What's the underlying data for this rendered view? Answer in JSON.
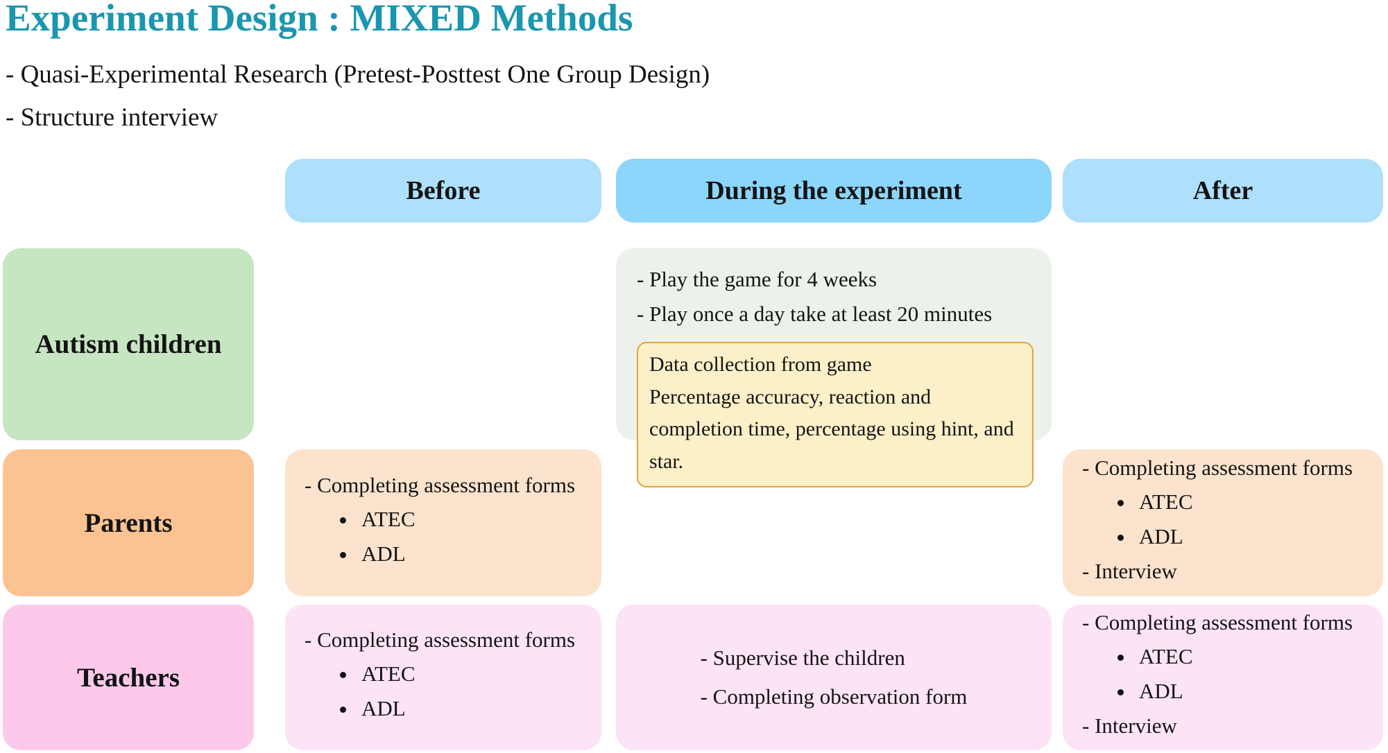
{
  "title": "Experiment Design : MIXED Methods",
  "subtitles": [
    "- Quasi-Experimental Research (Pretest-Posttest One Group Design)",
    "- Structure interview"
  ],
  "headers": {
    "before": "Before",
    "during": "During the experiment",
    "after": "After"
  },
  "rows": {
    "autism": {
      "label": "Autism children",
      "during": {
        "lines": [
          "- Play the game for 4 weeks",
          "- Play once a day take at least 20 minutes"
        ],
        "callout": [
          "Data collection from game",
          "Percentage accuracy, reaction and completion time, percentage using hint, and star."
        ]
      }
    },
    "parents": {
      "label": "Parents",
      "before": {
        "intro": "- Completing assessment forms",
        "bullets": [
          "ATEC",
          "ADL"
        ]
      },
      "after": {
        "intro": "- Completing assessment forms",
        "bullets": [
          "ATEC",
          "ADL"
        ],
        "outro": "- Interview"
      }
    },
    "teachers": {
      "label": "Teachers",
      "before": {
        "intro": "- Completing assessment forms",
        "bullets": [
          "ATEC",
          "ADL"
        ]
      },
      "during": {
        "lines": [
          "- Supervise the children",
          "- Completing observation form"
        ]
      },
      "after": {
        "intro": "- Completing assessment forms",
        "bullets": [
          "ATEC",
          "ADL"
        ],
        "outro": "- Interview"
      }
    }
  },
  "colors": {
    "title_teal": "#1A96AE",
    "header_blue_light": "#AEDFFB",
    "header_blue_mid": "#8CD5FB",
    "label_green": "#C6E5C1",
    "label_orange": "#FBC392",
    "label_pink": "#FCC9EB",
    "cell_gray_green": "#EDF1EB",
    "cell_peach": "#FCE3CD",
    "cell_pink_light": "#FCE3F5",
    "callout_yellow": "#FCF0C8",
    "callout_border": "#E2A33E",
    "text": "#141414"
  }
}
